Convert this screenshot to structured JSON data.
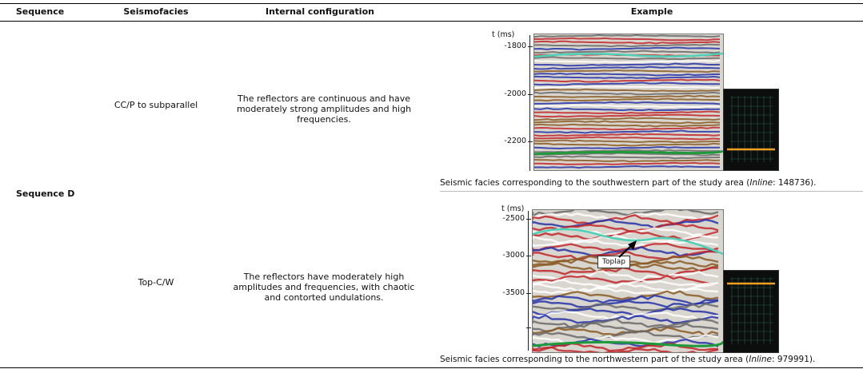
{
  "table": {
    "headers": [
      "Sequence",
      "Seismofacies",
      "Internal configuration",
      "Example"
    ],
    "sequence_label": "Sequence D",
    "rows": [
      {
        "seismofacies": "CC/P to subparallel",
        "configuration": "The reflectors are continuous and have moderately strong amplitudes and high frequencies.",
        "caption_pre": "Seismic facies corresponding to the southwestern part of the study area (",
        "caption_italic": "Inline",
        "caption_post": ": 148736).",
        "y_unit": "t (ms)",
        "y_ticks": [
          "-1800",
          "-2000",
          "-2200"
        ],
        "horizon_top": "",
        "horizon_bottom": ""
      },
      {
        "seismofacies": "Top-C/W",
        "configuration": "The reflectors have moderately high amplitudes and frequencies, with chaotic and contorted undulations.",
        "caption_pre": "Seismic facies corresponding to the northwestern part of the study area (",
        "caption_italic": "Inline",
        "caption_post": ": 979991).",
        "y_unit": "t (ms)",
        "y_ticks": [
          "-2500",
          "-3000",
          "-3500"
        ],
        "callout": "Toplap"
      }
    ]
  },
  "colors": {
    "horizon_cyan": "#4fd1b8",
    "horizon_green": "#1f9a3a",
    "amp_red": "#c0262a",
    "amp_blue": "#2633a8",
    "amp_brown": "#8a5a24",
    "inset_line": "#f0a020"
  }
}
